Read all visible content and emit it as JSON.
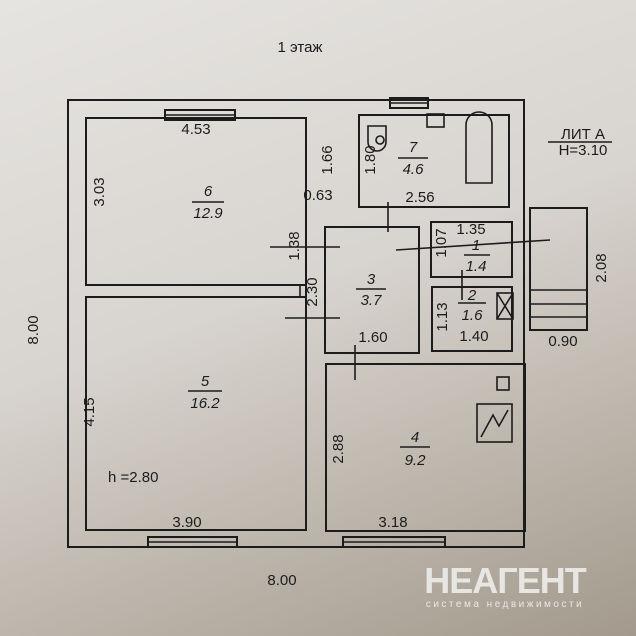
{
  "title": "1 этаж",
  "lit": {
    "label": "ЛИТ А",
    "height": "Н=3.10"
  },
  "overall": {
    "width": "8.00",
    "depth": "8.00"
  },
  "ceiling_height": "h =2.80",
  "rooms": [
    {
      "number": "1",
      "area": "1.4",
      "dims": [
        "1.35",
        "1.07"
      ]
    },
    {
      "number": "2",
      "area": "1.6",
      "dims": [
        "1.40",
        "1.13"
      ]
    },
    {
      "number": "3",
      "area": "3.7",
      "dims": [
        "1.60",
        "2.30"
      ]
    },
    {
      "number": "4",
      "area": "9.2",
      "dims": [
        "3.18",
        "2.88"
      ]
    },
    {
      "number": "5",
      "area": "16.2",
      "dims": [
        "3.90",
        "4.15"
      ]
    },
    {
      "number": "6",
      "area": "12.9",
      "dims": [
        "4.53",
        "3.03",
        "1.66",
        "0.63",
        "1.38"
      ]
    },
    {
      "number": "7",
      "area": "4.6",
      "dims": [
        "2.56",
        "1.80"
      ]
    }
  ],
  "porch": {
    "dims": [
      "2.08",
      "0.90"
    ]
  },
  "watermark": {
    "brand": "НЕАГЕНТ",
    "tagline": "система недвижимости"
  }
}
